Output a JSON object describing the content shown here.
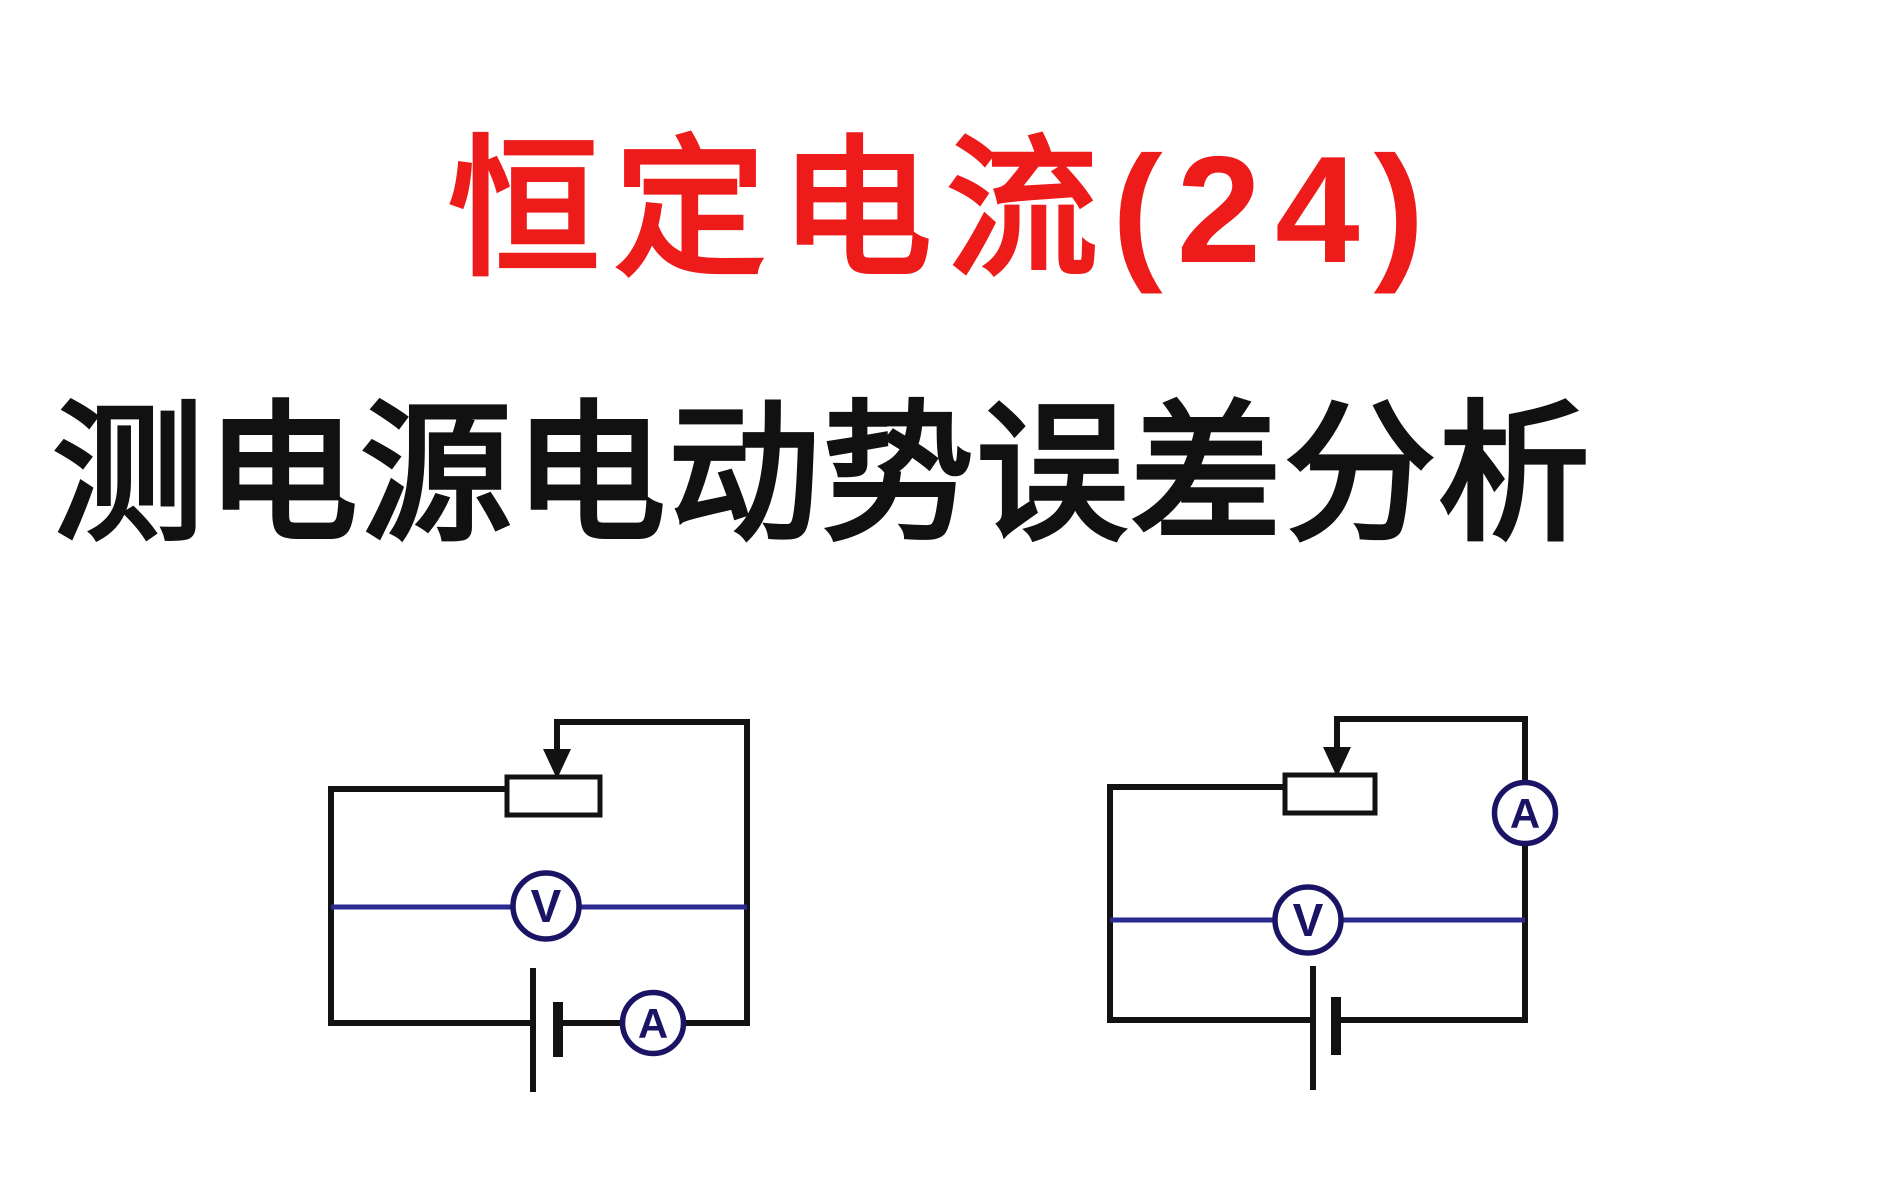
{
  "colors": {
    "accent-red": "#ee1b1b",
    "text-black": "#111111",
    "wire-black": "#121212",
    "wire-blue": "#2a2a90",
    "meter-navy": "#1b1464",
    "page-bg": "#ffffff"
  },
  "header": {
    "title": "恒定电流(24)",
    "subtitle": "测电源电动势误差分析"
  },
  "circuits": {
    "left": {
      "voltmeter_label": "V",
      "ammeter_label": "A"
    },
    "right": {
      "voltmeter_label": "V",
      "ammeter_label": "A"
    }
  }
}
